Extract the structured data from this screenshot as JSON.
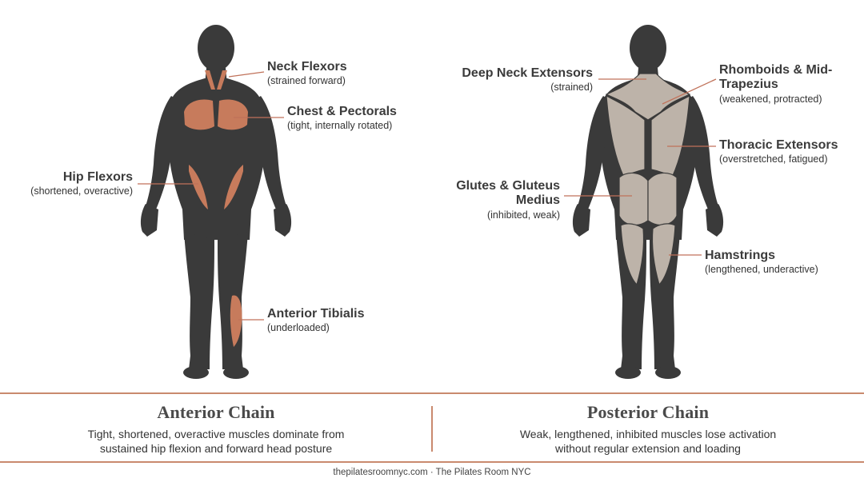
{
  "colors": {
    "body": "#3a3a3a",
    "muscle_anterior": "#c77b5c",
    "muscle_posterior": "#bdb3a9",
    "leader_line": "#c0725a",
    "accent_rule": "#c98a6e"
  },
  "anterior": {
    "labels": [
      {
        "title": "Neck Flexors",
        "sub": "(strained forward)"
      },
      {
        "title": "Chest & Pectorals",
        "sub": "(tight, internally rotated)"
      },
      {
        "title": "Hip Flexors",
        "sub": "(shortened, overactive)"
      },
      {
        "title": "Anterior Tibialis",
        "sub": "(underloaded)"
      }
    ],
    "chain_title": "Anterior Chain",
    "chain_desc": "Tight, shortened, overactive muscles dominate from sustained hip flexion and forward head posture"
  },
  "posterior": {
    "labels": [
      {
        "title": "Deep Neck Extensors",
        "sub": "(strained)"
      },
      {
        "title": "Rhomboids & Mid-Trapezius",
        "sub": "(weakened, protracted)"
      },
      {
        "title": "Thoracic Extensors",
        "sub": "(overstretched, fatigued)"
      },
      {
        "title": "Glutes & Gluteus Medius",
        "sub": "(inhibited, weak)"
      },
      {
        "title": "Hamstrings",
        "sub": "(lengthened, underactive)"
      }
    ],
    "chain_title": "Posterior Chain",
    "chain_desc": "Weak, lengthened, inhibited muscles lose activation without regular extension and loading"
  },
  "footer": "thepilatesroomnyc.com · The Pilates Room NYC"
}
